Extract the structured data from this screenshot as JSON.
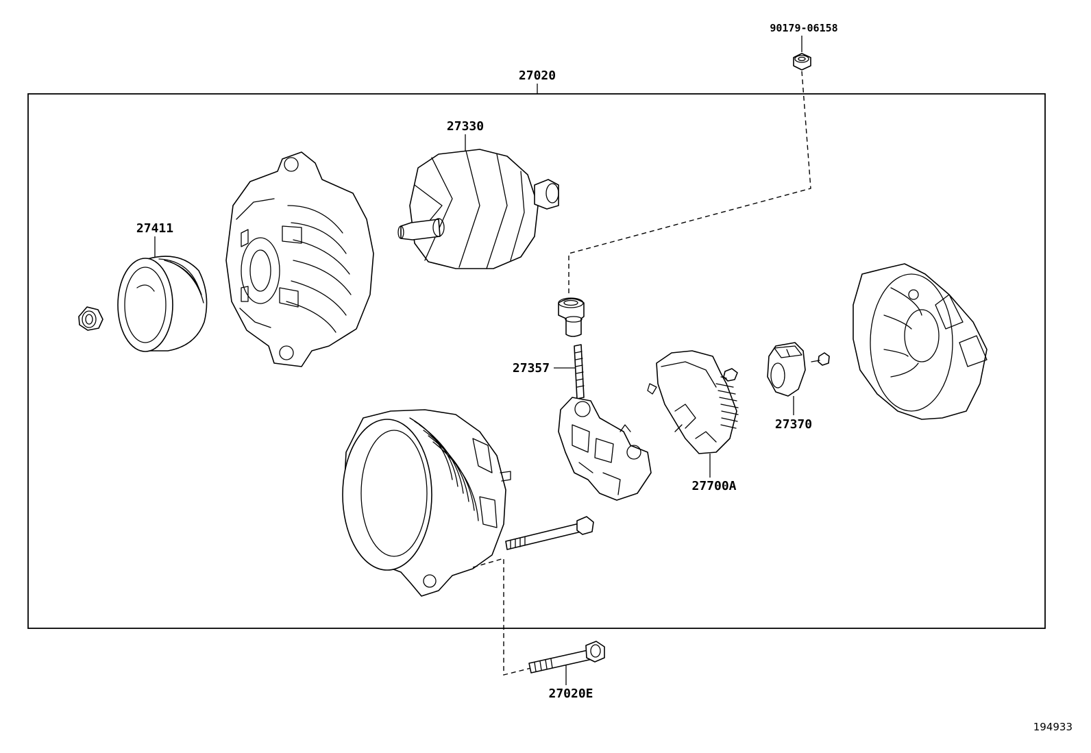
{
  "callouts": {
    "assembly": "27020",
    "rotor": "27330",
    "pulley": "27411",
    "brush_holder": "27357",
    "terminal_insulator": "27370",
    "regulator": "27700A",
    "through_bolt": "27020E",
    "nut": "90179-06158"
  },
  "reference_id": "194933",
  "colors": {
    "line": "#000000",
    "background": "#ffffff"
  }
}
